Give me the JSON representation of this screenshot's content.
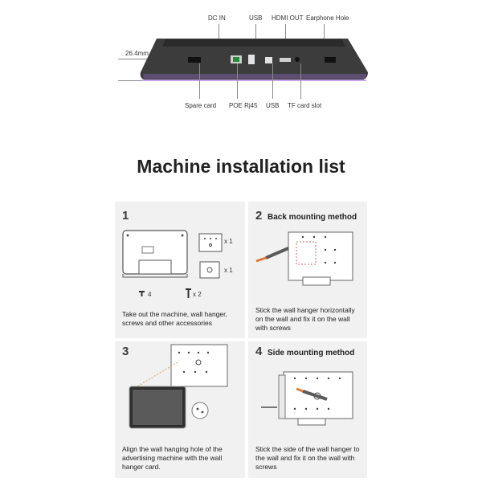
{
  "device_diagram": {
    "top_labels": [
      "DC IN",
      "USB",
      "HDMI OUT",
      "Earphone Hole"
    ],
    "bottom_labels": [
      "Spare card",
      "POE Rj45",
      "USB",
      "TF card slot"
    ],
    "thickness": "26.4mm"
  },
  "section_title": "Machine installation list",
  "steps": [
    {
      "number": "1",
      "title": "",
      "description": "Take out the machine, wall hanger, screws and other accessories",
      "qty_hanger": "x 1",
      "qty_bracket": "x 1",
      "qty_screw_small": "4",
      "qty_screw_long": "x 2"
    },
    {
      "number": "2",
      "title": "Back mounting method",
      "description": "Stick the wall hanger horizontally on the wall and fix it on the wall with screws"
    },
    {
      "number": "3",
      "title": "",
      "description": "Align the wall hanging hole of  the advertising machine with  the wall hanger card."
    },
    {
      "number": "4",
      "title": "Side mounting method",
      "description": "Stick the side of the wall hanger to the wall and fix it on the wall with screws"
    }
  ]
}
